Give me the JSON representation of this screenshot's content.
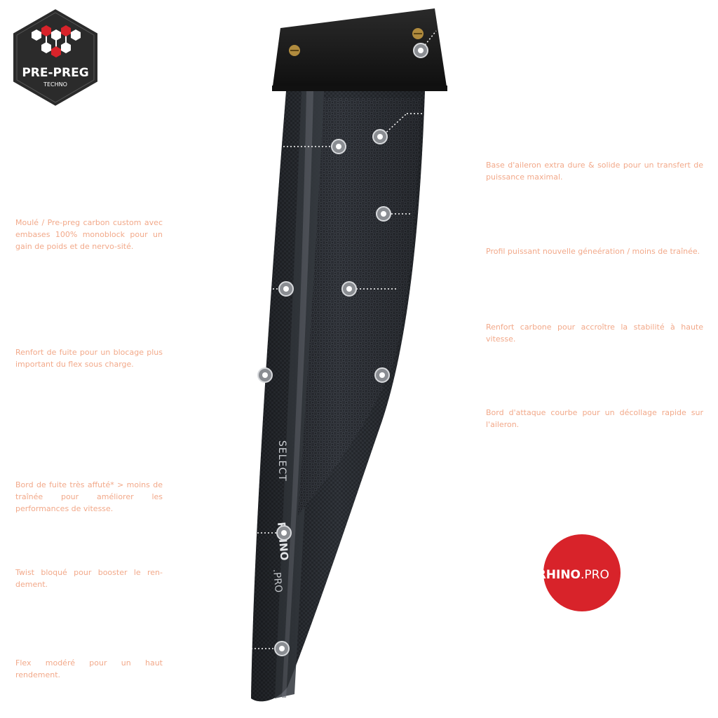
{
  "badges": {
    "preg_title": "PRE-PREG",
    "preg_sub": "TECHNO",
    "rhino_bold": "RHINO",
    "rhino_thin": ".PRO"
  },
  "fin": {
    "brand": "SELECT",
    "model_bold": "RHINO",
    "model_thin": ".PRO"
  },
  "notes": {
    "left": [
      "Moulé / Pre-preg carbon custom avec embases 100% monoblock pour un gain de poids et de nervo-sité.",
      "Renfort de fuite pour un blocage plus important du flex sous charge.",
      "Bord de fuite très affuté* > moins de traînée pour améliorer les performances de vitesse.",
      "Twist bloqué pour booster le ren-dement.",
      "Flex modéré pour un haut rendement."
    ],
    "right": [
      "Base d'aileron extra dure & solide pour un transfert de puissance maximal.",
      "Profil puissant nouvelle géneération / moins de traînée.",
      "Renfort carbone pour accroître la stabilité à haute vitesse.",
      "Bord d'attaque courbe pour un décollage rapide sur l'aileron."
    ]
  },
  "colors": {
    "note_text": "#f2a98a",
    "rhino_red": "#d8232a",
    "hexagon_dark": "#2b2b2b",
    "fin_carbon": "#2a2d33"
  },
  "icons": {
    "preg_badge": "pre-preg-hexagon-logo",
    "rhino_badge": "rhino-pro-circle-logo",
    "callout_marker": "white-dot-marker"
  }
}
